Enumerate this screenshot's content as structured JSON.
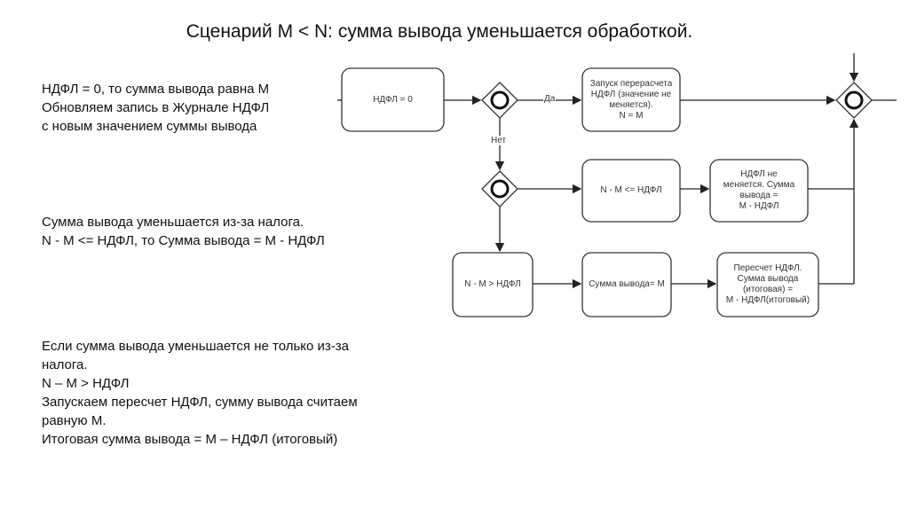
{
  "title": "Сценарий M < N: сумма вывода уменьшается обработкой.",
  "paragraphs": {
    "p1": [
      "НДФЛ = 0, то сумма вывода равна M",
      "Обновляем запись в Журнале НДФЛ",
      "с новым значением суммы вывода"
    ],
    "p2": [
      "Сумма вывода уменьшается из-за налога.",
      "N - M <= НДФЛ, то Сумма вывода = M - НДФЛ"
    ],
    "p3": [
      "Если сумма вывода уменьшается не только из-за",
      "налога.",
      "N – M > НДФЛ",
      "Запускаем пересчет НДФЛ, сумму вывода считаем",
      "равную M.",
      "Итоговая сумма вывода = M – НДФЛ (итоговый)"
    ]
  },
  "diagram": {
    "boxes": {
      "ndfl_zero": "НДФЛ = 0",
      "recalc_start": [
        "Запуск перерасчета",
        "НДФЛ (значение не",
        "меняется).",
        "N = M"
      ],
      "le_ndfl": "N - M <= НДФЛ",
      "ndfl_unchanged": [
        "НДФЛ не",
        "меняется. Сумма",
        "вывода =",
        "M - НДФЛ"
      ],
      "gt_ndfl": "N - M > НДФЛ",
      "sum_eq_m": "Сумма вывода= M",
      "recalc": [
        "Пересчет НДФЛ.",
        "Сумма вывода",
        "(итоговая) =",
        "M - НДФЛ(итоговый)"
      ]
    },
    "labels": {
      "yes": "Да",
      "no": "Нет"
    }
  }
}
